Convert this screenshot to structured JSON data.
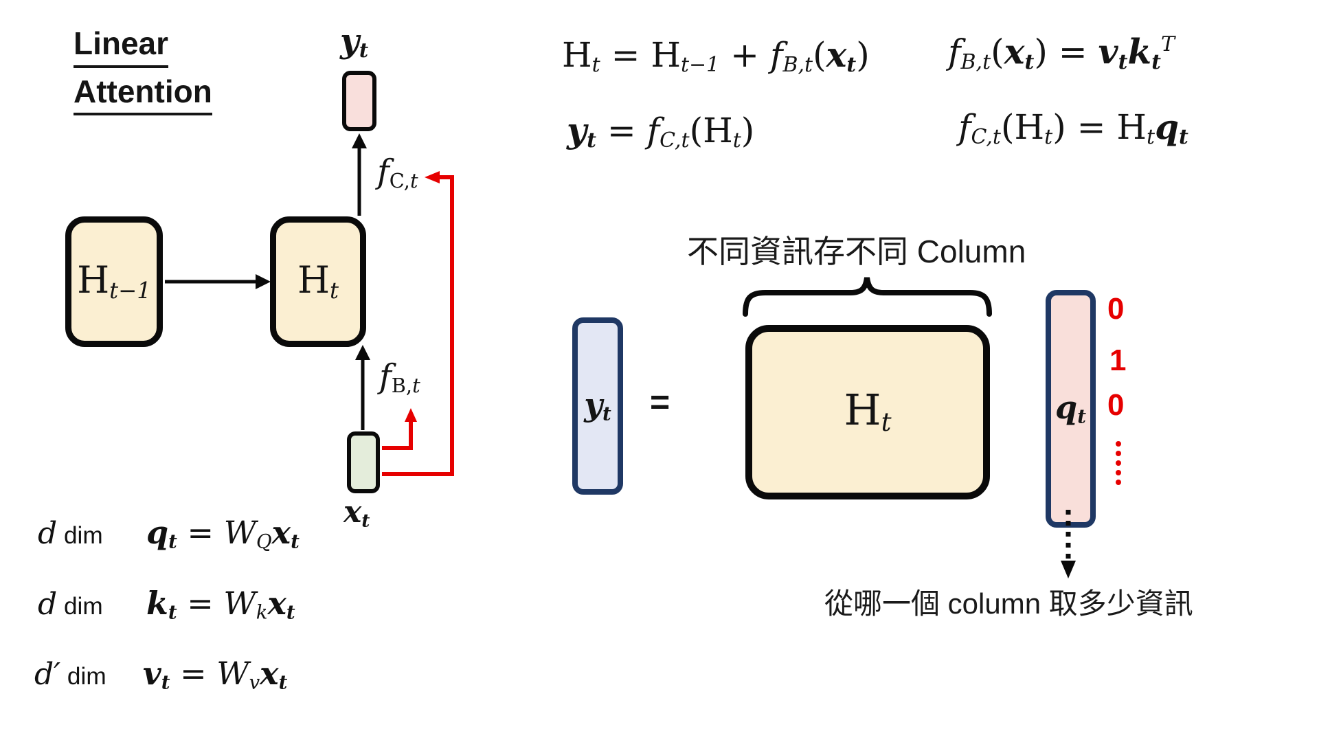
{
  "slide_title": {
    "line1": "Linear",
    "line2": "Attention"
  },
  "colors": {
    "state_fill": "#FBEFD2",
    "y_small_fill": "#F9DFDC",
    "x_small_fill": "#E4EDDB",
    "y_col_fill": "#E3E7F4",
    "q_col_fill": "#F9DFDA",
    "navy_border": "#1F3864",
    "red_accent": "#E60000",
    "black": "#0a0a0a"
  },
  "diagram": {
    "h_prev": [
      [
        "rm",
        "H"
      ],
      [
        "sit",
        "t−1"
      ]
    ],
    "h_curr": [
      [
        "rm",
        "H"
      ],
      [
        "sit",
        "t"
      ]
    ],
    "y_label": [
      [
        "bi",
        "y"
      ],
      [
        "sbi",
        "t"
      ]
    ],
    "x_label": [
      [
        "bi",
        "x"
      ],
      [
        "sbi",
        "t"
      ]
    ],
    "f_c": [
      [
        "it",
        "f"
      ],
      [
        "sub",
        "C,"
      ],
      [
        "sit",
        "t"
      ]
    ],
    "f_b": [
      [
        "it",
        "f"
      ],
      [
        "sub",
        "B,"
      ],
      [
        "sit",
        "t"
      ]
    ]
  },
  "formulas": {
    "update": [
      [
        "rm",
        "H"
      ],
      [
        "sit",
        "t"
      ],
      [
        "rm",
        " = "
      ],
      [
        "rm",
        "H"
      ],
      [
        "sit",
        "t−1"
      ],
      [
        "rm",
        " + "
      ],
      [
        "it",
        "f"
      ],
      [
        "sit",
        "B,t"
      ],
      [
        "rm",
        "("
      ],
      [
        "bi",
        "x"
      ],
      [
        "sbi",
        "t"
      ],
      [
        "rm",
        ")"
      ]
    ],
    "write": [
      [
        "it",
        "f"
      ],
      [
        "sit",
        "B,t"
      ],
      [
        "rm",
        "("
      ],
      [
        "bi",
        "x"
      ],
      [
        "sbi",
        "t"
      ],
      [
        "rm",
        ") = "
      ],
      [
        "bi",
        "v"
      ],
      [
        "sbi",
        "t"
      ],
      [
        "bi",
        "k"
      ],
      [
        "sbi",
        "t"
      ],
      [
        "sup",
        "T"
      ]
    ],
    "readout": [
      [
        "bi",
        "y"
      ],
      [
        "sbi",
        "t"
      ],
      [
        "rm",
        " = "
      ],
      [
        "it",
        "f"
      ],
      [
        "sit",
        "C,t"
      ],
      [
        "rm",
        "("
      ],
      [
        "rm",
        "H"
      ],
      [
        "sit",
        "t"
      ],
      [
        "rm",
        ")"
      ]
    ],
    "read": [
      [
        "it",
        "f"
      ],
      [
        "sit",
        "C,t"
      ],
      [
        "rm",
        "("
      ],
      [
        "rm",
        "H"
      ],
      [
        "sit",
        "t"
      ],
      [
        "rm",
        ") = "
      ],
      [
        "rm",
        "H"
      ],
      [
        "sit",
        "t"
      ],
      [
        "bi",
        "q"
      ],
      [
        "sbi",
        "t"
      ]
    ]
  },
  "projections": [
    {
      "dim": [
        [
          "it",
          "d"
        ],
        [
          "sans",
          " dim"
        ]
      ],
      "eq": [
        [
          "bi",
          "q"
        ],
        [
          "sbi",
          "t"
        ],
        [
          "rm",
          " = "
        ],
        [
          "it",
          "W"
        ],
        [
          "sit",
          "Q"
        ],
        [
          "bi",
          "x"
        ],
        [
          "sbi",
          "t"
        ]
      ]
    },
    {
      "dim": [
        [
          "it",
          "d"
        ],
        [
          "sans",
          " dim"
        ]
      ],
      "eq": [
        [
          "bi",
          "k"
        ],
        [
          "sbi",
          "t"
        ],
        [
          "rm",
          " = "
        ],
        [
          "it",
          "W"
        ],
        [
          "sit",
          "k"
        ],
        [
          "bi",
          "x"
        ],
        [
          "sbi",
          "t"
        ]
      ]
    },
    {
      "dim": [
        [
          "it",
          "d′"
        ],
        [
          "sans",
          " dim"
        ]
      ],
      "eq": [
        [
          "bi",
          "v"
        ],
        [
          "sbi",
          "t"
        ],
        [
          "rm",
          " = "
        ],
        [
          "it",
          "W"
        ],
        [
          "sit",
          "v"
        ],
        [
          "bi",
          "x"
        ],
        [
          "sbi",
          "t"
        ]
      ]
    }
  ],
  "matmul": {
    "caption_top": "不同資訊存不同 Column",
    "caption_bottom": "從哪一個 column 取多少資訊",
    "equals": "=",
    "y_label": [
      [
        "bi",
        "y"
      ],
      [
        "sbi",
        "t"
      ]
    ],
    "h_label": [
      [
        "rm",
        "H"
      ],
      [
        "sit",
        "t"
      ]
    ],
    "q_label": [
      [
        "bi",
        "q"
      ],
      [
        "sbi",
        "t"
      ]
    ],
    "q_values": [
      "0",
      "1",
      "0"
    ]
  }
}
